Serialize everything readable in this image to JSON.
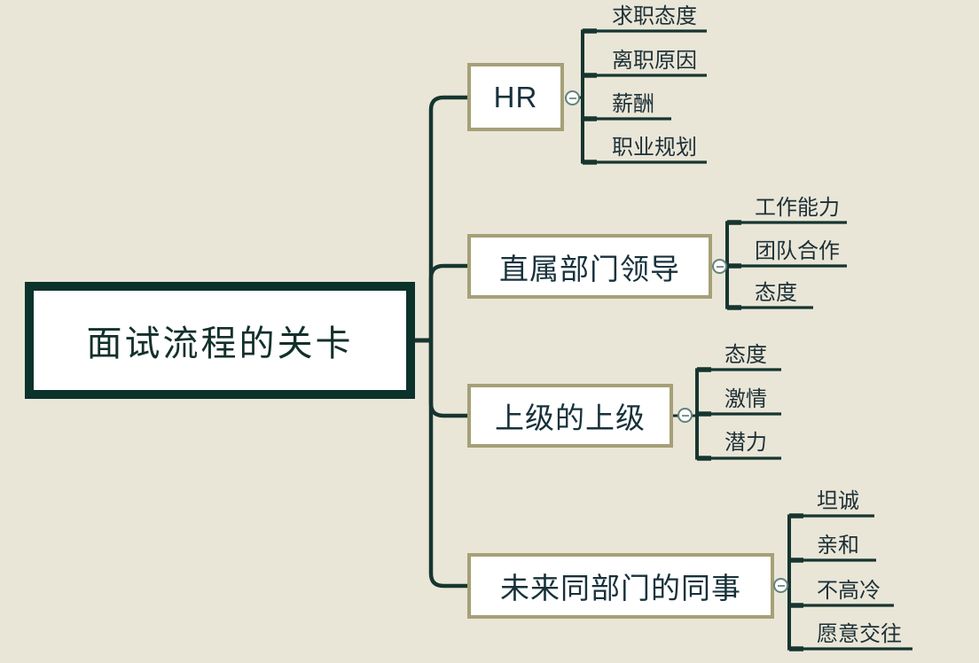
{
  "mindmap": {
    "root": {
      "label": "面试流程的关卡",
      "children": [
        {
          "label": "HR",
          "collapse_state": "expanded",
          "children": [
            {
              "label": "求职态度"
            },
            {
              "label": "离职原因"
            },
            {
              "label": "薪酬"
            },
            {
              "label": "职业规划"
            }
          ]
        },
        {
          "label": "直属部门领导",
          "collapse_state": "expanded",
          "children": [
            {
              "label": "工作能力"
            },
            {
              "label": "团队合作"
            },
            {
              "label": "态度"
            }
          ]
        },
        {
          "label": "上级的上级",
          "collapse_state": "expanded",
          "children": [
            {
              "label": "态度"
            },
            {
              "label": "激情"
            },
            {
              "label": "潜力"
            }
          ]
        },
        {
          "label": "未来同部门的同事",
          "collapse_state": "expanded",
          "children": [
            {
              "label": "坦诚"
            },
            {
              "label": "亲和"
            },
            {
              "label": "不高冷"
            },
            {
              "label": "愿意交往"
            }
          ]
        }
      ]
    },
    "colors": {
      "background": "#e9e6d8",
      "connector_line": "#17352f",
      "root_border": "#0c322c",
      "branch_border": "#a6a077",
      "topic_fill": "#ffffff",
      "topic_text": "#17313b",
      "collapse_circle_border": "#64827c"
    }
  }
}
